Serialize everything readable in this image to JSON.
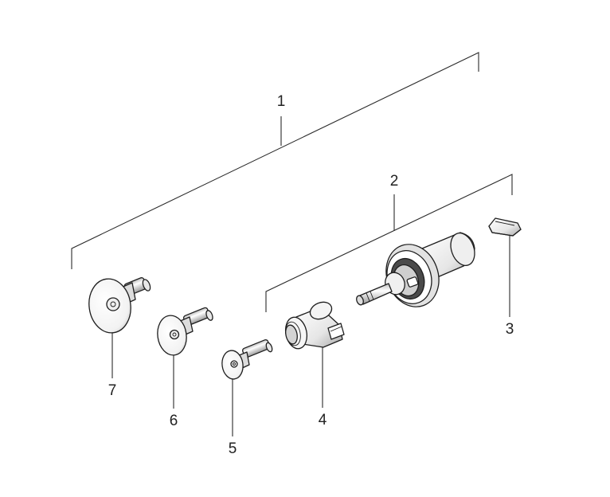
{
  "callouts": {
    "c1": "1",
    "c2": "2",
    "c3": "3",
    "c4": "4",
    "c5": "5",
    "c6": "6",
    "c7": "7"
  },
  "colors": {
    "line": "#1e1e1e",
    "body_light": "#ffffff",
    "body_shade": "#d9d9d9",
    "body_dark": "#8a8a8a"
  }
}
